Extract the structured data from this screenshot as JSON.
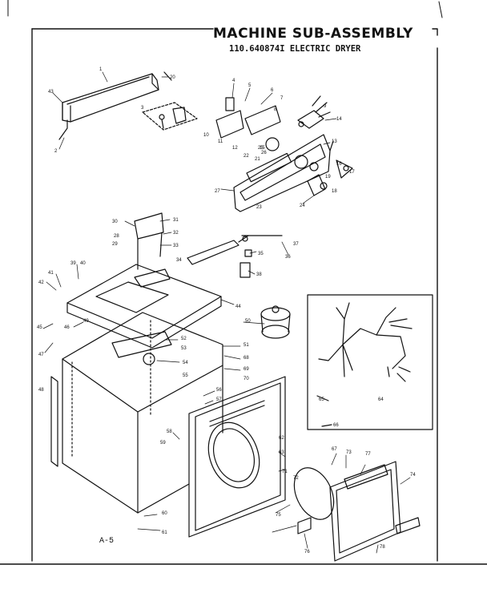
{
  "header": {
    "title": "MACHINE SUB-ASSEMBLY",
    "model_line": "110.640874I  ELECTRIC DRYER"
  },
  "footer": {
    "page_code": "A-5"
  },
  "callouts": [
    "1",
    "2",
    "3",
    "4",
    "5",
    "6",
    "7",
    "8",
    "9",
    "10",
    "11",
    "12",
    "13",
    "14",
    "15",
    "16",
    "17",
    "18",
    "19",
    "20",
    "21",
    "22",
    "23",
    "24",
    "25",
    "26",
    "27",
    "28",
    "29",
    "30",
    "31",
    "32",
    "33",
    "34",
    "35",
    "36",
    "37",
    "38",
    "39",
    "40",
    "41",
    "42",
    "43",
    "44",
    "45",
    "46",
    "47",
    "48",
    "49",
    "50",
    "51",
    "52",
    "53",
    "54",
    "55",
    "56",
    "57",
    "58",
    "59",
    "60",
    "61",
    "62",
    "63",
    "64",
    "65",
    "66",
    "67",
    "68",
    "69",
    "70",
    "71",
    "72",
    "73",
    "74",
    "75",
    "76",
    "77",
    "78"
  ]
}
